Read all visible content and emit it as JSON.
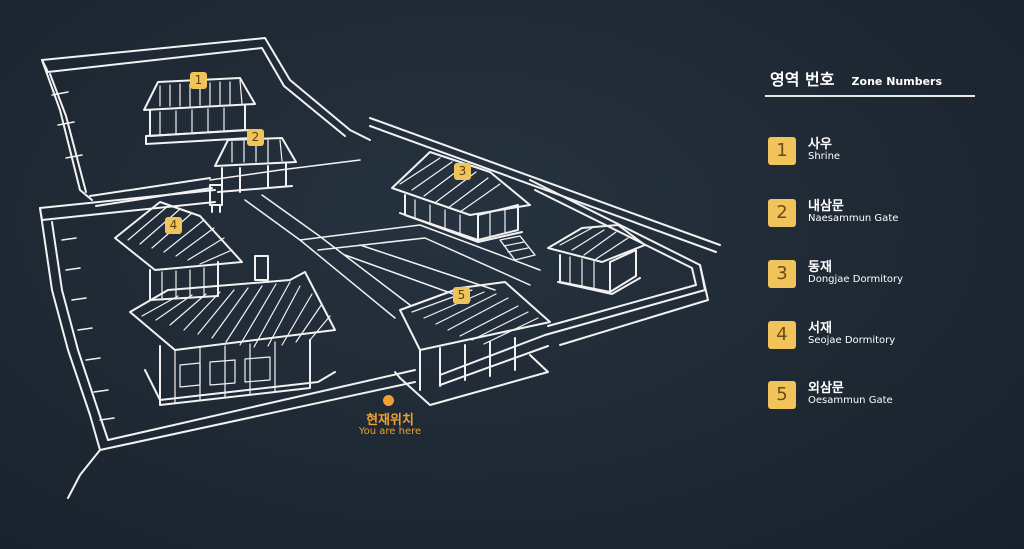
{
  "legend": {
    "title_ko": "영역 번호",
    "title_en": "Zone Numbers",
    "items": [
      {
        "number": "1",
        "name_ko": "사우",
        "name_en": "Shrine"
      },
      {
        "number": "2",
        "name_ko": "내삼문",
        "name_en": "Naesammun Gate"
      },
      {
        "number": "3",
        "name_ko": "동재",
        "name_en": "Dongjae Dormitory"
      },
      {
        "number": "4",
        "name_ko": "서재",
        "name_en": "Seojae Dormitory"
      },
      {
        "number": "5",
        "name_ko": "외삼문",
        "name_en": "Oesammun Gate"
      }
    ]
  },
  "map": {
    "markers": [
      "1",
      "2",
      "3",
      "4",
      "5"
    ],
    "you_are_here_ko": "현재위치",
    "you_are_here_en": "You are here"
  },
  "colors": {
    "background": "#1f2a36",
    "line": "#f2f2f2",
    "marker": "#f0c45a",
    "you_are_here": "#f0a030"
  }
}
